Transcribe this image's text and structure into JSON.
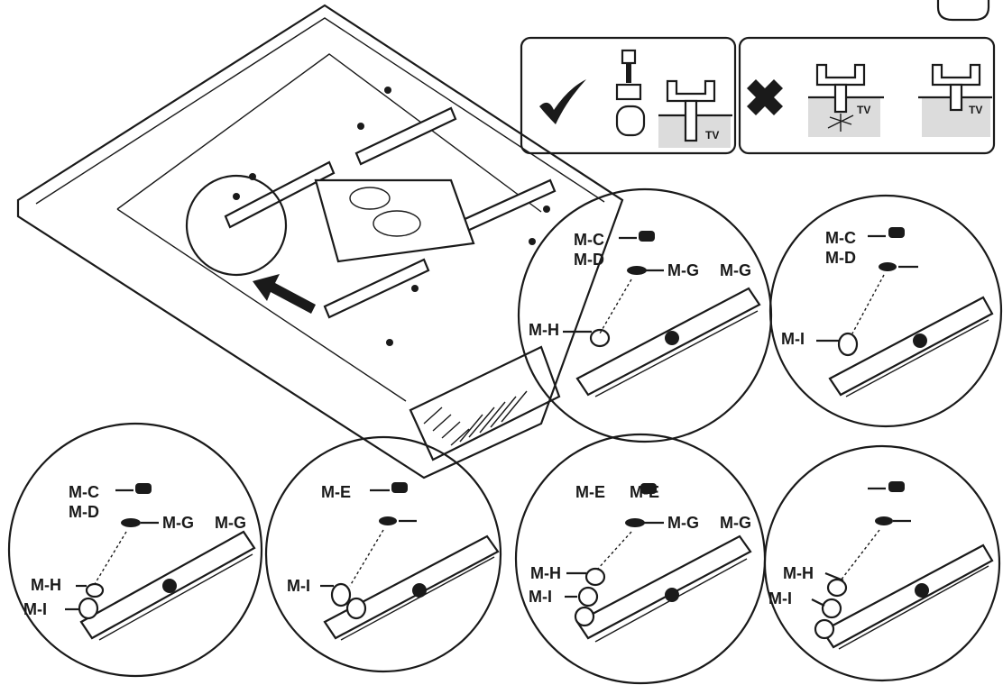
{
  "guide_panel": {
    "correct_surface_label": "TV",
    "wrong_surface_label_1": "TV",
    "wrong_surface_label_2": "TV"
  },
  "details": [
    {
      "id": "detail-1",
      "labels": [
        {
          "key": "screw",
          "text": "M-C"
        },
        {
          "key": "screw2",
          "text": "M-D"
        },
        {
          "key": "washer",
          "text": "M-G"
        },
        {
          "key": "washer2",
          "text": "M-G"
        },
        {
          "key": "spacer",
          "text": "M-H"
        }
      ]
    },
    {
      "id": "detail-2",
      "labels": [
        {
          "key": "screw",
          "text": "M-C"
        },
        {
          "key": "screw2",
          "text": "M-D"
        },
        {
          "key": "spacer",
          "text": "M-I"
        }
      ]
    },
    {
      "id": "detail-3",
      "labels": [
        {
          "key": "screw",
          "text": "M-C"
        },
        {
          "key": "screw2",
          "text": "M-D"
        },
        {
          "key": "washer",
          "text": "M-G"
        },
        {
          "key": "washer2",
          "text": "M-G"
        },
        {
          "key": "spacer",
          "text": "M-H"
        },
        {
          "key": "spacer2",
          "text": "M-I"
        }
      ]
    },
    {
      "id": "detail-4",
      "labels": [
        {
          "key": "screw",
          "text": "M-E"
        },
        {
          "key": "spacer",
          "text": "M-I"
        }
      ]
    },
    {
      "id": "detail-5",
      "labels": [
        {
          "key": "screw",
          "text": "M-E"
        },
        {
          "key": "screw2",
          "text": "M-E"
        },
        {
          "key": "washer",
          "text": "M-G"
        },
        {
          "key": "washer2",
          "text": "M-G"
        },
        {
          "key": "spacer",
          "text": "M-H"
        },
        {
          "key": "spacer2",
          "text": "M-I"
        }
      ]
    },
    {
      "id": "detail-6",
      "labels": [
        {
          "key": "spacer",
          "text": "M-H"
        },
        {
          "key": "spacer2",
          "text": "M-I"
        }
      ]
    }
  ]
}
